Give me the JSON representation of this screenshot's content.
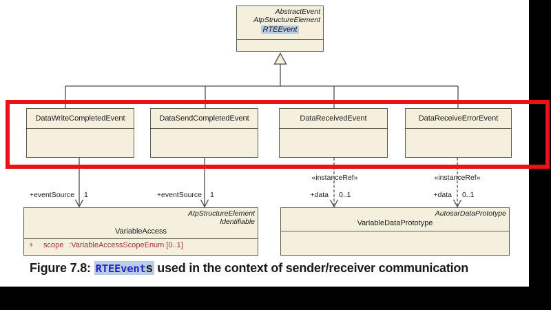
{
  "colors": {
    "box_fill": "#F5EFDE",
    "box_border": "#5d5d52",
    "connector_line": "#4d4d4d",
    "name_highlight_blue": "#B9CCE7",
    "attribute_maroon": "#9e3232",
    "caption_code_blue": "#2222CC",
    "annotation_red": "#ED1111",
    "frame_black": "#000000"
  },
  "parent_class": {
    "stereotype1": "AbstractEvent",
    "stereotype2": "AtpStructureElement",
    "name": "RTEEvent"
  },
  "event_classes": [
    {
      "name": "DataWriteCompletedEvent"
    },
    {
      "name": "DataSendCompletedEvent"
    },
    {
      "name": "DataReceivedEvent"
    },
    {
      "name": "DataReceiveErrorEvent"
    }
  ],
  "variable_access": {
    "stereotype1": "AtpStructureElement",
    "stereotype2": "Identifiable",
    "name": "VariableAccess",
    "attribute": {
      "visibility": "+",
      "name": "scope",
      "type": ":VariableAccessScopeEnum [0..1]"
    }
  },
  "variable_data_prototype": {
    "stereotype1": "AutosarDataPrototype",
    "name": "VariableDataPrototype"
  },
  "connector_labels": {
    "event_source": "+eventSource",
    "event_source_multiplicity": "1",
    "instance_ref": "«instanceRef»",
    "data": "+data",
    "data_multiplicity": "0..1"
  },
  "caption": {
    "prefix": "Figure 7.8: ",
    "code": "RTEEvent",
    "code_suffix": "s",
    "text": " used in the context of sender/receiver communication"
  }
}
